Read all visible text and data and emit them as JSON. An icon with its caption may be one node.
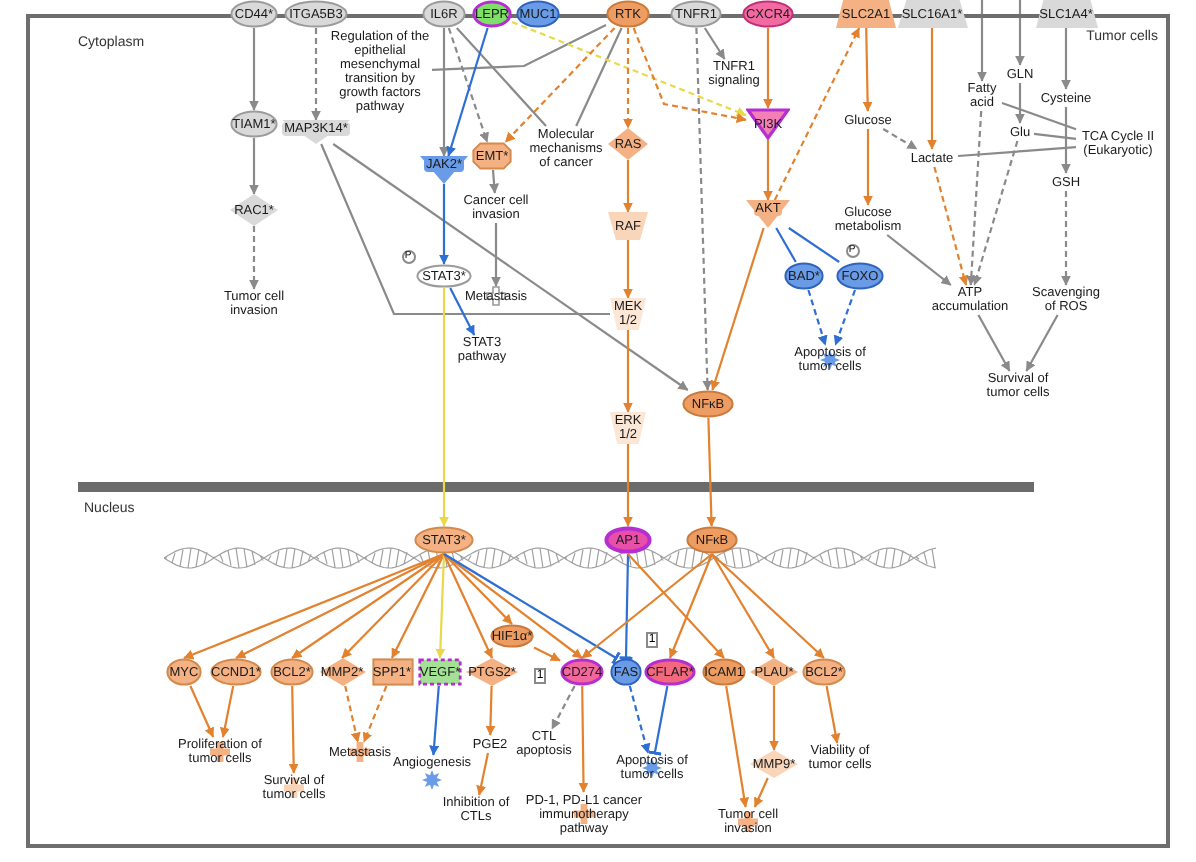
{
  "diagram": {
    "nodes": [
      {
        "text": [
          "Cytoplasm",
          "Tumor cells"
        ]
      },
      {
        "text": [
          "CD44*"
        ]
      },
      {
        "text": [
          "ITGA5B3"
        ]
      },
      {
        "text": [
          "Regulation of the epithelial mesenchymal transition by growth factors pathway"
        ],
        "in": 0
      },
      {
        "text": [
          "IL6R"
        ]
      },
      {
        "text": [
          "LEPR"
        ]
      },
      {
        "text": [
          "MUC1"
        ]
      },
      {
        "text": [
          "RTK"
        ]
      },
      {
        "text": [
          "TNFR1"
        ]
      },
      {
        "text": [
          "CXCR4"
        ]
      },
      {
        "text": [
          "SLC2A1"
        ]
      },
      {
        "text": [
          "SLC16A1*"
        ]
      },
      {
        "text": [
          "SLC1A4*"
        ]
      },
      {
        "text": [
          "TIAM1*"
        ],
        "in": 0
      },
      {
        "text": [
          "MAP3K14*"
        ],
        "in": 0
      },
      {
        "text": [
          "RAC1*"
        ],
        "in": 0
      },
      {
        "text": [
          "Tumor cell invasion"
        ],
        "in": 0
      },
      {
        "text": [
          "JAK2*"
        ],
        "in": 0
      },
      {
        "text": [
          "EMT*"
        ],
        "in": 0
      },
      {
        "text": [
          "Molecular mechanisms of cancer"
        ],
        "in": 0
      },
      {
        "text": [
          "RAS"
        ],
        "in": 0
      },
      {
        "text": [
          "TNFR1 signaling"
        ],
        "in": 0
      },
      {
        "text": [
          "PI3K"
        ],
        "in": 0
      },
      {
        "text": [
          "Cancer cell invasion"
        ],
        "in": 0
      },
      {
        "text": [
          "RAF"
        ],
        "in": 0
      },
      {
        "text": [
          "AKT"
        ],
        "in": 0
      },
      {
        "text": [
          "BAD*"
        ],
        "in": 0
      },
      {
        "text": [
          "FOXO"
        ],
        "in": 0
      },
      {
        "text": [
          "STAT3*"
        ],
        "in": 0
      },
      {
        "text": [
          "Metastasis"
        ],
        "in": 0
      },
      {
        "text": [
          "MEK 1/2"
        ],
        "in": 0
      },
      {
        "text": [
          "STAT3 pathway"
        ],
        "in": 0
      },
      {
        "text": [
          "Apoptosis of tumor cells"
        ],
        "in": 0
      },
      {
        "text": [
          "ERK 1/2"
        ],
        "in": 0
      },
      {
        "text": [
          "NFκB"
        ],
        "in": 0
      },
      {
        "text": [
          "Glucose"
        ],
        "in": 0
      },
      {
        "text": [
          "Lactate"
        ],
        "in": 0
      },
      {
        "text": [
          "Glucose metabolism"
        ],
        "in": 0
      },
      {
        "text": [
          "Fatty acid"
        ],
        "in": 0
      },
      {
        "text": [
          "GLN"
        ],
        "in": 0
      },
      {
        "text": [
          "Glu"
        ],
        "in": 0
      },
      {
        "text": [
          "Cysteine"
        ],
        "in": 0
      },
      {
        "text": [
          "TCA Cycle II (Eukaryotic)"
        ],
        "in": 0
      },
      {
        "text": [
          "GSH"
        ],
        "in": 0
      },
      {
        "text": [
          "ATP accumulation"
        ],
        "in": 0
      },
      {
        "text": [
          "Scavenging of ROS"
        ],
        "in": 0
      },
      {
        "text": [
          "Survival of tumor cells"
        ],
        "in": 0
      },
      {
        "text": [
          "STAT3*"
        ],
        "in": 0
      },
      {
        "text": [
          "AP1"
        ],
        "in": 0
      },
      {
        "text": [
          "NFκB"
        ],
        "in": 0
      },
      {
        "text": [
          "MYC"
        ],
        "in": 0
      },
      {
        "text": [
          "CCND1*"
        ],
        "in": 0
      },
      {
        "text": [
          "BCL2*"
        ],
        "in": 0
      },
      {
        "text": [
          "MMP2*"
        ],
        "in": 0
      },
      {
        "text": [
          "SPP1*"
        ],
        "in": 0
      },
      {
        "text": [
          "VEGF*"
        ],
        "in": 0
      },
      {
        "text": [
          "HIF1α*"
        ],
        "in": 0
      },
      {
        "text": [
          "PTGS2*"
        ],
        "in": 0
      },
      {
        "text": [
          "CD274"
        ],
        "in": 0
      },
      {
        "text": [
          "FAS"
        ],
        "in": 0
      },
      {
        "text": [
          "CFLAR*"
        ],
        "in": 0
      },
      {
        "text": [
          "ICAM1"
        ],
        "in": 0
      },
      {
        "text": [
          "PLAU*"
        ],
        "in": 0
      },
      {
        "text": [
          "BCL2*"
        ],
        "in": 0
      },
      {
        "text": [
          "Proliferation of tumor cells"
        ],
        "in": 0
      },
      {
        "text": [
          "Metastasis"
        ],
        "in": 0
      },
      {
        "text": [
          "Angiogenesis"
        ],
        "in": 0
      },
      {
        "text": [
          "PGE2"
        ],
        "in": 0
      },
      {
        "text": [
          "CTL apoptosis"
        ],
        "in": 0
      },
      {
        "text": [
          "Apoptosis of tumor cells"
        ],
        "in": 0
      },
      {
        "text": [
          "MMP9*"
        ],
        "in": 0
      },
      {
        "text": [
          "Viability of tumor cells"
        ],
        "in": 0
      },
      {
        "text": [
          "Survival of tumor cells"
        ],
        "in": 0
      },
      {
        "text": [
          "Inhibition of CTLs"
        ],
        "in": 0
      },
      {
        "text": [
          "PD-1, PD-L1 cancer immunotherapy pathway"
        ],
        "in": 0
      },
      {
        "text": [
          "Tumor cell invasion"
        ],
        "in": 0
      }
    ],
    "edges": [
      {
        "from": 1,
        "to": 13,
        "arrow": "to",
        "color": "#8a8a8a"
      },
      {
        "from": 13,
        "to": 15,
        "arrow": "to",
        "color": "#8a8a8a"
      },
      {
        "from": 15,
        "to": 16,
        "arrow": "to",
        "style": "dashed",
        "color": "#8a8a8a"
      },
      {
        "from": 2,
        "to": 14,
        "arrow": "to",
        "style": "dashed",
        "color": "#8a8a8a"
      },
      {
        "from": 14,
        "to": 34,
        "arrow": "to",
        "color": "#8a8a8a"
      },
      {
        "from": 14,
        "to": 30,
        "arrow": "none",
        "color": "#8a8a8a"
      },
      {
        "from": 7,
        "to": 3,
        "arrow": "none",
        "color": "#8a8a8a"
      },
      {
        "from": 4,
        "to": 17,
        "arrow": "to",
        "color": "#8a8a8a"
      },
      {
        "from": 4,
        "to": 18,
        "arrow": "to",
        "style": "dashed",
        "color": "#8a8a8a"
      },
      {
        "from": 4,
        "to": 19,
        "arrow": "none",
        "color": "#8a8a8a"
      },
      {
        "from": 7,
        "to": 19,
        "arrow": "none",
        "color": "#8a8a8a"
      },
      {
        "from": 5,
        "to": 17,
        "arrow": "to",
        "color": "#2e6fd4"
      },
      {
        "from": 5,
        "to": 22,
        "arrow": "to",
        "style": "dashed",
        "color": "#e9d94a"
      },
      {
        "from": 7,
        "to": 18,
        "arrow": "to",
        "style": "dashed"
      },
      {
        "from": 7,
        "to": 20,
        "arrow": "to",
        "style": "dashed"
      },
      {
        "from": 7,
        "to": 22,
        "arrow": "to",
        "style": "dashed"
      },
      {
        "from": 8,
        "to": 21,
        "arrow": "to",
        "color": "#8a8a8a"
      },
      {
        "from": 8,
        "to": 34,
        "arrow": "to",
        "style": "dashed",
        "color": "#8a8a8a"
      },
      {
        "from": 9,
        "to": 22,
        "arrow": "to"
      },
      {
        "from": 22,
        "to": 25,
        "arrow": "to"
      },
      {
        "from": 25,
        "to": 26,
        "arrow": "none",
        "color": "#2e6fd4"
      },
      {
        "from": 25,
        "to": 27,
        "arrow": "none",
        "color": "#2e6fd4"
      },
      {
        "from": 25,
        "to": 34,
        "arrow": "to"
      },
      {
        "from": 25,
        "to": 10,
        "arrow": "to",
        "style": "dashed"
      },
      {
        "from": 26,
        "to": 32,
        "arrow": "to",
        "style": "dashed",
        "color": "#2e6fd4"
      },
      {
        "from": 27,
        "to": 32,
        "arrow": "to",
        "style": "dashed",
        "color": "#2e6fd4"
      },
      {
        "from": 17,
        "to": 28,
        "arrow": "to",
        "color": "#2e6fd4"
      },
      {
        "from": 28,
        "to": 31,
        "arrow": "to",
        "color": "#2e6fd4"
      },
      {
        "from": 28,
        "to": 47,
        "arrow": "to",
        "color": "#e9d94a"
      },
      {
        "from": 18,
        "to": 23,
        "arrow": "to",
        "color": "#8a8a8a"
      },
      {
        "from": 23,
        "to": 29,
        "arrow": "to",
        "color": "#8a8a8a"
      },
      {
        "from": 20,
        "to": 24,
        "arrow": "to"
      },
      {
        "from": 24,
        "to": 30,
        "arrow": "to"
      },
      {
        "from": 30,
        "to": 33,
        "arrow": "to"
      },
      {
        "from": 33,
        "to": 48,
        "arrow": "to"
      },
      {
        "from": 34,
        "to": 49,
        "arrow": "to"
      },
      {
        "from": 10,
        "to": 35,
        "arrow": "to"
      },
      {
        "from": 11,
        "to": 36,
        "arrow": "to"
      },
      {
        "from": 35,
        "to": 36,
        "arrow": "to",
        "style": "dashed",
        "color": "#8a8a8a"
      },
      {
        "from": 35,
        "to": 37,
        "arrow": "to"
      },
      {
        "from": 37,
        "to": 44,
        "arrow": "to",
        "color": "#8a8a8a"
      },
      {
        "from": 36,
        "to": 44,
        "arrow": "to",
        "style": "dashed"
      },
      {
        "from": 36,
        "to": 42,
        "arrow": "none",
        "color": "#8a8a8a"
      },
      {
        "from": 38,
        "to": 42,
        "arrow": "none",
        "color": "#8a8a8a"
      },
      {
        "from": 40,
        "to": 42,
        "arrow": "none",
        "color": "#8a8a8a"
      },
      {
        "from": null,
        "to": 38,
        "arrow": "to",
        "color": "#8a8a8a"
      },
      {
        "from": null,
        "to": 39,
        "arrow": "to",
        "color": "#8a8a8a"
      },
      {
        "from": 39,
        "to": 40,
        "arrow": "to",
        "color": "#8a8a8a"
      },
      {
        "from": 12,
        "to": 41,
        "arrow": "to",
        "color": "#8a8a8a"
      },
      {
        "from": 41,
        "to": 43,
        "arrow": "to",
        "color": "#8a8a8a"
      },
      {
        "from": 38,
        "to": 44,
        "arrow": "to",
        "style": "dashed",
        "color": "#8a8a8a"
      },
      {
        "from": 40,
        "to": 44,
        "arrow": "to",
        "style": "dashed",
        "color": "#8a8a8a"
      },
      {
        "from": 43,
        "to": 45,
        "arrow": "to",
        "style": "dashed",
        "color": "#8a8a8a"
      },
      {
        "from": 44,
        "to": 46,
        "arrow": "to",
        "color": "#8a8a8a"
      },
      {
        "from": 45,
        "to": 46,
        "arrow": "to",
        "color": "#8a8a8a"
      },
      {
        "from": 47,
        "to": 50,
        "arrow": "to"
      },
      {
        "from": 47,
        "to": 51,
        "arrow": "to"
      },
      {
        "from": 47,
        "to": 52,
        "arrow": "to"
      },
      {
        "from": 47,
        "to": 53,
        "arrow": "to"
      },
      {
        "from": 47,
        "to": 54,
        "arrow": "to"
      },
      {
        "from": 47,
        "to": 55,
        "arrow": "to",
        "color": "#e9d94a"
      },
      {
        "from": 47,
        "to": 57,
        "arrow": "to"
      },
      {
        "from": 47,
        "to": 56,
        "arrow": "to"
      },
      {
        "from": 47,
        "to": 58,
        "arrow": "to"
      },
      {
        "from": 47,
        "to": 59,
        "arrow": "other",
        "color": "#2e6fd4"
      },
      {
        "from": 48,
        "to": 59,
        "arrow": "other",
        "color": "#2e6fd4"
      },
      {
        "from": 48,
        "to": 61,
        "arrow": "to"
      },
      {
        "from": 49,
        "to": 58,
        "arrow": "to"
      },
      {
        "from": 49,
        "to": 60,
        "arrow": "to"
      },
      {
        "from": 49,
        "to": 62,
        "arrow": "to"
      },
      {
        "from": 49,
        "to": 63,
        "arrow": "to"
      },
      {
        "from": 56,
        "to": 58,
        "arrow": "to"
      },
      {
        "from": 50,
        "to": 64,
        "arrow": "to"
      },
      {
        "from": 51,
        "to": 64,
        "arrow": "to"
      },
      {
        "from": 52,
        "to": 72,
        "arrow": "to"
      },
      {
        "from": 53,
        "to": 65,
        "arrow": "to",
        "style": "dashed"
      },
      {
        "from": 54,
        "to": 65,
        "arrow": "to",
        "style": "dashed"
      },
      {
        "from": 55,
        "to": 66,
        "arrow": "to",
        "color": "#2e6fd4"
      },
      {
        "from": 57,
        "to": 67,
        "arrow": "to"
      },
      {
        "from": 67,
        "to": 73,
        "arrow": "to"
      },
      {
        "from": 58,
        "to": 68,
        "arrow": "to",
        "style": "dashed",
        "color": "#8a8a8a"
      },
      {
        "from": 58,
        "to": 74,
        "arrow": "to"
      },
      {
        "from": 59,
        "to": 69,
        "arrow": "to",
        "style": "dashed",
        "color": "#2e6fd4"
      },
      {
        "from": 60,
        "to": 69,
        "arrow": "other",
        "color": "#2e6fd4"
      },
      {
        "from": 61,
        "to": 75,
        "arrow": "to"
      },
      {
        "from": 62,
        "to": 70,
        "arrow": "to"
      },
      {
        "from": 70,
        "to": 75,
        "arrow": "to"
      },
      {
        "from": 63,
        "to": 71,
        "arrow": "to"
      }
    ],
    "labels": [
      "P",
      "P",
      "Nucleus",
      "1",
      "1"
    ]
  }
}
